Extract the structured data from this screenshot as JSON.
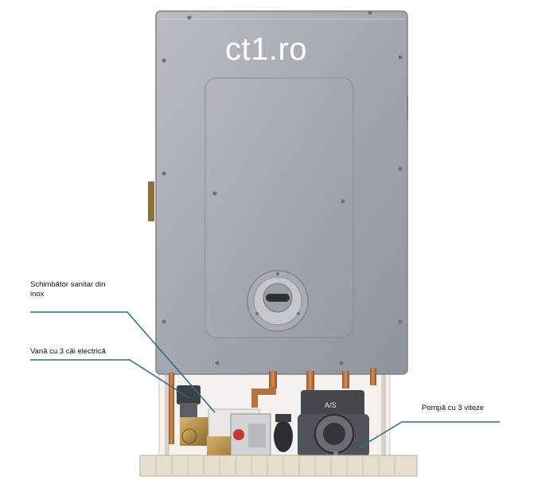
{
  "watermark": "ct1.ro",
  "callouts": {
    "exchanger_line1": "Schimbător   sanitar   din",
    "exchanger_line2": "inox",
    "valve": "Vană  cu 3 căi electrică",
    "pump": "Pompă cu 3 viteze"
  },
  "pump_label": "A/S"
}
